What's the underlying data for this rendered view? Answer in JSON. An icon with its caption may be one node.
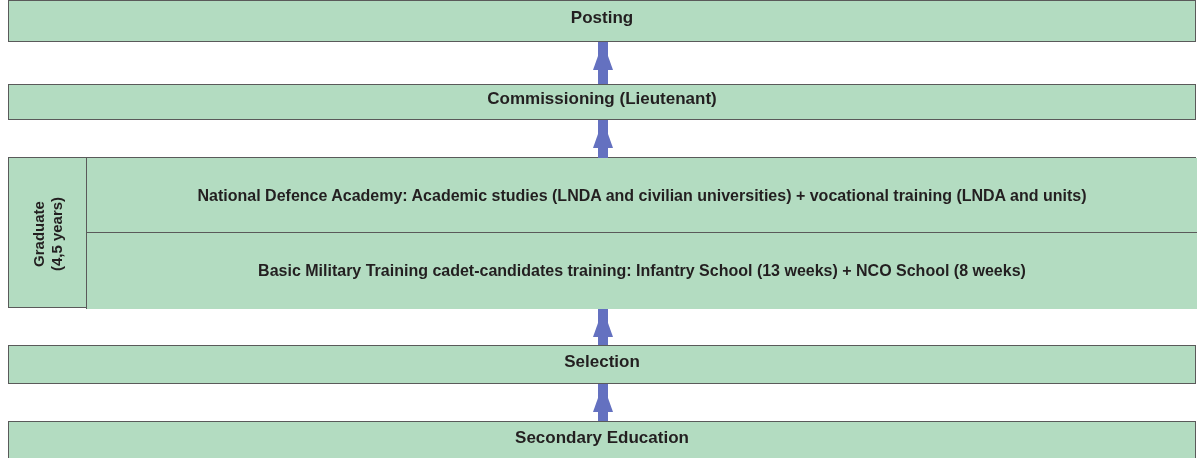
{
  "diagram": {
    "nodes": [
      {
        "text": [
          "Posting"
        ]
      },
      {
        "text": [
          "Commissioning (Lieutenant)"
        ]
      },
      {
        "text": [
          "Graduate (4,5 years)"
        ]
      },
      {
        "text": [
          "National Defence Academy: Academic studies (LNDA and civilian universities) + vocational training (LNDA and units)"
        ],
        "in": 2
      },
      {
        "text": [
          "Basic Military Training cadet-candidates training: Infantry School (13 weeks) + NCO School (8 weeks)"
        ],
        "in": 2
      },
      {
        "text": [
          "Selection"
        ]
      },
      {
        "text": [
          "Secondary Education"
        ]
      }
    ],
    "edges": [
      {
        "from": 6,
        "to": 5,
        "arrow": "to"
      },
      {
        "from": 5,
        "to": 4,
        "arrow": "to"
      },
      {
        "from": 3,
        "to": 1,
        "arrow": "to"
      },
      {
        "from": 1,
        "to": 0,
        "arrow": "to"
      }
    ]
  }
}
